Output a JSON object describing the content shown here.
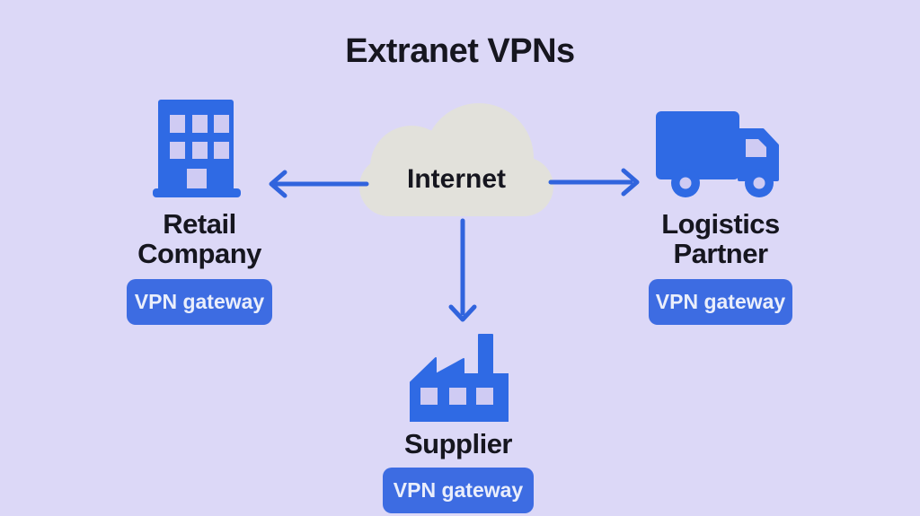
{
  "title": "Extranet VPNs",
  "cloud": {
    "label": "Internet"
  },
  "nodes": {
    "retail": {
      "icon": "building-icon",
      "label_lines": [
        "Retail",
        "Company"
      ],
      "button_label": "VPN gateway"
    },
    "logistics": {
      "icon": "truck-icon",
      "label_lines": [
        "Logistics",
        "Partner"
      ],
      "button_label": "VPN gateway"
    },
    "supplier": {
      "icon": "factory-icon",
      "label_lines": [
        "Supplier"
      ],
      "button_label": "VPN gateway"
    }
  },
  "colors": {
    "background": "#dcd8f7",
    "icon_blue": "#2f6ae4",
    "arrow_blue": "#3164dd",
    "button_blue": "#3d6ce2",
    "cloud_gray": "#e2e1db",
    "text_dark": "#16161f",
    "button_text": "#eaeefb"
  }
}
